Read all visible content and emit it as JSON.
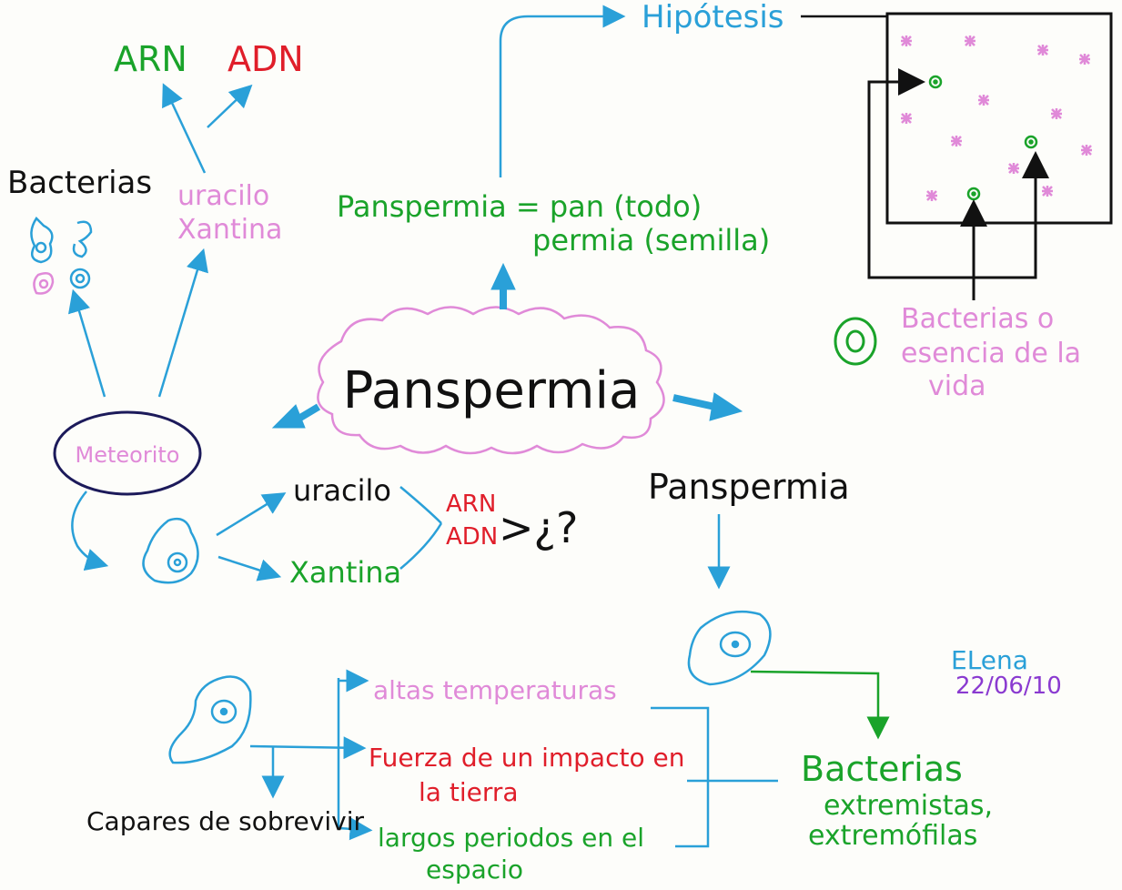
{
  "colors": {
    "blue": "#2aa0d8",
    "green": "#1aa32a",
    "red": "#e01e2a",
    "pink": "#e08ad8",
    "navy": "#1c1a5a",
    "black": "#111111",
    "purple": "#8a3ad0"
  },
  "center": {
    "title": "Panspermia"
  },
  "top_left": {
    "arn": "ARN",
    "adn": "ADN",
    "bacterias": "Bacterias",
    "uracilo": "uracilo",
    "xantina": "Xantina",
    "meteorito": "Meteorito"
  },
  "definition": {
    "line1": "Panspermia = pan (todo)",
    "line2": "permia (semilla)"
  },
  "hypothesis": {
    "label": "Hipótesis",
    "legend_line1": "Bacterias o",
    "legend_line2": "esencia de la",
    "legend_line3": "vida"
  },
  "middle_left": {
    "uracilo": "uracilo",
    "xantina": "Xantina",
    "arn": "ARN",
    "adn": "ADN",
    "question": ">¿?"
  },
  "right": {
    "panspermia": "Panspermia",
    "bacterias": "Bacterias",
    "extremistas": "extremistas,",
    "extremofilas": "extremófilas"
  },
  "bottom_left": {
    "capaces": "Capares de sobrevivir",
    "altas": "altas temperaturas",
    "fuerza1": "Fuerza de un impacto en",
    "fuerza2": "la tierra",
    "largos1": "largos periodos en el",
    "largos2": "espacio"
  },
  "signature": {
    "name": "ELena",
    "date": "22/06/10"
  }
}
